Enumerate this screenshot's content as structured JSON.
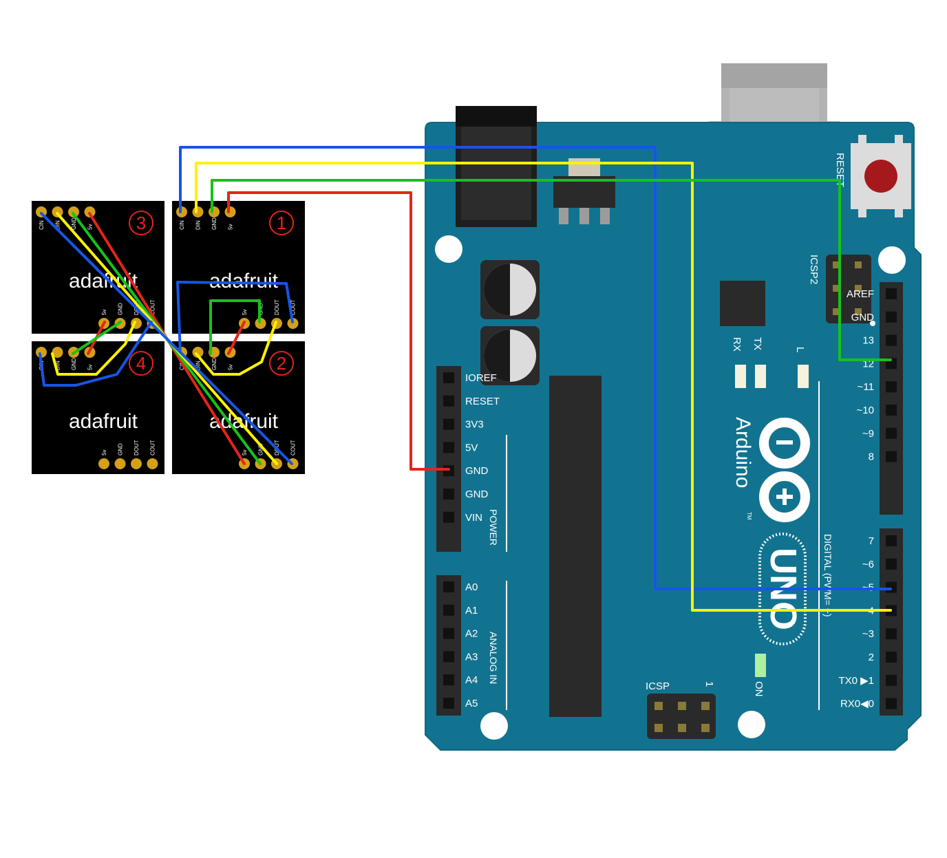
{
  "modules": [
    {
      "number": "1",
      "word": "adafruit",
      "top_pins": [
        "CIN",
        "DIN",
        "GND",
        "5v"
      ],
      "bottom_pins": [
        "5v",
        "GND",
        "DOUT",
        "COUT"
      ]
    },
    {
      "number": "2",
      "word": "adafruit",
      "top_pins": [
        "CIN",
        "DIN",
        "GND",
        "5v"
      ],
      "bottom_pins": [
        "5v",
        "GND",
        "DOUT",
        "COUT"
      ]
    },
    {
      "number": "3",
      "word": "adafruit",
      "top_pins": [
        "CIN",
        "DIN",
        "GND",
        "5v"
      ],
      "bottom_pins": [
        "5v",
        "GND",
        "DOUT",
        "COUT"
      ]
    },
    {
      "number": "4",
      "word": "adafruit",
      "top_pins": [
        "CIN",
        "DIN",
        "GND",
        "5v"
      ],
      "bottom_pins": [
        "5v",
        "GND",
        "DOUT",
        "COUT"
      ]
    }
  ],
  "arduino": {
    "brand": "Arduino",
    "model": "UNO",
    "tm": "TM",
    "reset_label": "RESET",
    "icsp2_label": "ICSP2",
    "icsp_label": "ICSP",
    "icsp_pin1": "1",
    "on_label": "ON",
    "led_labels": [
      "RX",
      "TX",
      "L"
    ],
    "power_header_labels": [
      "IOREF",
      "RESET",
      "3V3",
      "5V",
      "GND",
      "GND",
      "VIN"
    ],
    "power_group_label": "POWER",
    "analog_header_labels": [
      "A0",
      "A1",
      "A2",
      "A3",
      "A4",
      "A5"
    ],
    "analog_group_label": "ANALOG IN",
    "digital_upper_labels": [
      "AREF",
      "GND",
      "13",
      "12",
      "~11",
      "~10",
      "~9",
      "8"
    ],
    "digital_lower_labels": [
      "7",
      "~6",
      "~5",
      "4",
      "~3",
      "2",
      "TX0 ▶1",
      "RX0◀0"
    ],
    "digital_group_label": "DIGITAL (PWM= ~)"
  },
  "wire_colors": {
    "blue": "#1655e6",
    "yellow": "#fff200",
    "green": "#17c21a",
    "red": "#e5241b"
  },
  "board_color": "#127390"
}
